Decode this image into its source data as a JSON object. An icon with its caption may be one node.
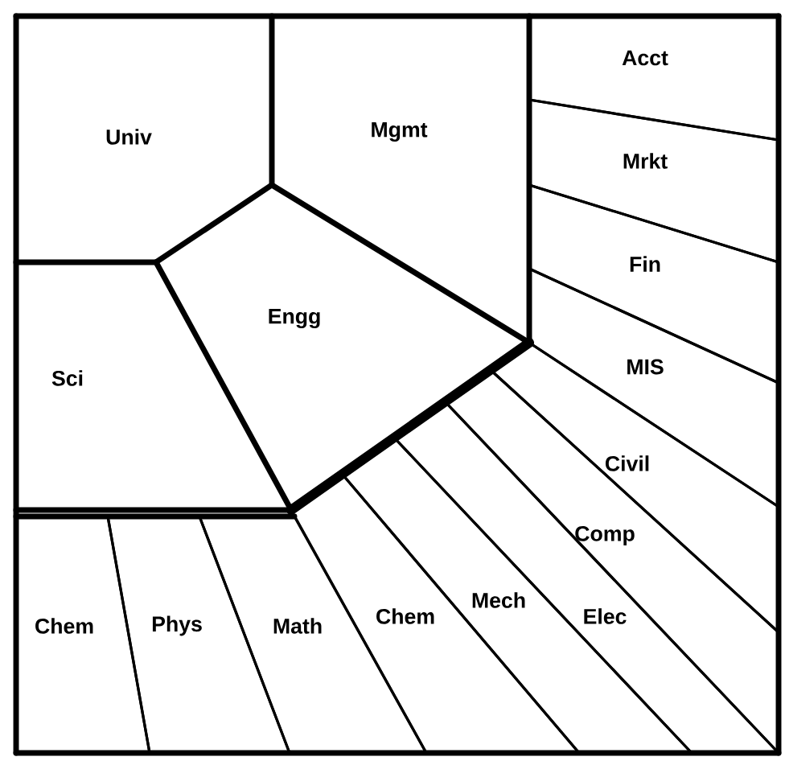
{
  "diagram": {
    "nodes": [
      {
        "text": [
          "Univ"
        ]
      },
      {
        "text": [
          "Mgmt"
        ]
      },
      {
        "text": [
          "Engg"
        ]
      },
      {
        "text": [
          "Sci"
        ]
      },
      {
        "text": [
          "Acct"
        ]
      },
      {
        "text": [
          "Mrkt"
        ]
      },
      {
        "text": [
          "Fin"
        ]
      },
      {
        "text": [
          "MIS"
        ]
      },
      {
        "text": [
          "Civil"
        ]
      },
      {
        "text": [
          "Comp"
        ]
      },
      {
        "text": [
          "Elec"
        ]
      },
      {
        "text": [
          "Mech"
        ]
      },
      {
        "text": [
          "Chem"
        ]
      },
      {
        "text": [
          "Math"
        ]
      },
      {
        "text": [
          "Phys"
        ]
      },
      {
        "text": [
          "Chem"
        ]
      }
    ]
  }
}
